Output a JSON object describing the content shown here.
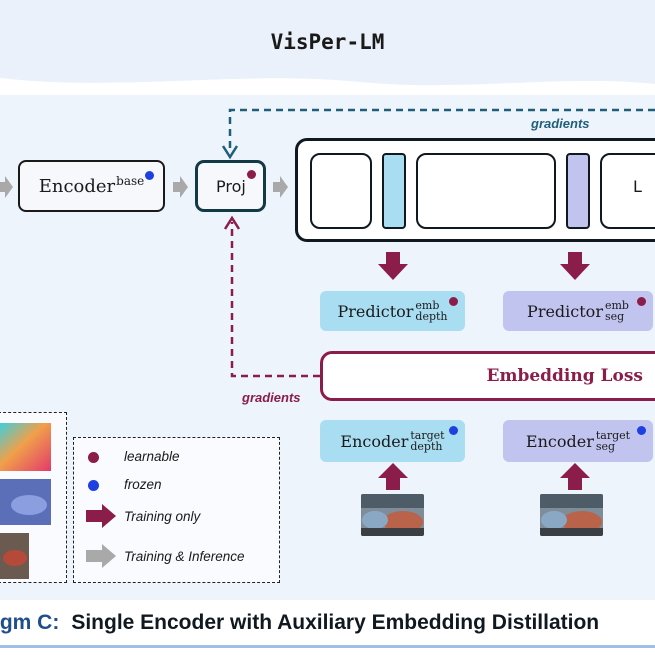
{
  "title": "VisPer-LM",
  "encoder_base": {
    "label": "Encoder",
    "sup": "base"
  },
  "proj": {
    "label": "Proj"
  },
  "llm": {
    "partial_label": "L"
  },
  "gradients_top": "gradients",
  "gradients_left": "gradients",
  "predictor_depth": {
    "label": "Predictor",
    "sup": "emb",
    "sub": "depth"
  },
  "predictor_seg": {
    "label": "Predictor",
    "sup": "emb",
    "sub": "seg"
  },
  "embedding_loss": "Embedding Loss",
  "encoder_depth": {
    "label": "Encoder",
    "sup": "target",
    "sub": "depth"
  },
  "encoder_seg": {
    "label": "Encoder",
    "sup": "target",
    "sub": "seg"
  },
  "legend": {
    "learnable": "learnable",
    "frozen": "frozen",
    "training_only": "Training only",
    "training_inference": "Training & Inference"
  },
  "footer": {
    "prefix": "igm C:",
    "text": "Single Encoder with Auxiliary Embedding Distillation"
  },
  "colors": {
    "learnable": "#8a1d4a",
    "frozen": "#1f3fe0",
    "depth_box": "#a9def2",
    "seg_box": "#c2c4f0",
    "gradient_blue": "#1f5f7a",
    "gradient_red": "#8a1d4a"
  }
}
